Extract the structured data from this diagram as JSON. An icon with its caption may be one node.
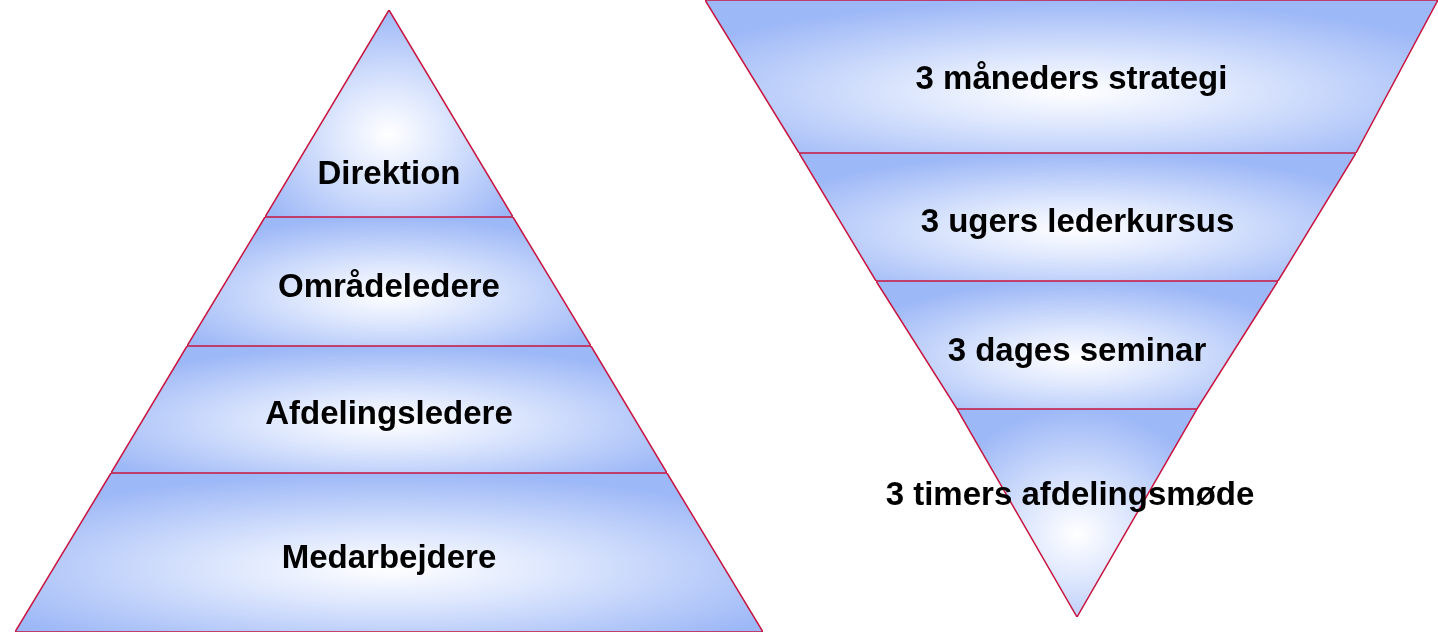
{
  "diagram": {
    "nodes": [
      {
        "text": [
          "Direktion"
        ]
      },
      {
        "text": [
          "Områdeledere"
        ]
      },
      {
        "text": [
          "Afdelingsledere"
        ]
      },
      {
        "text": [
          "Medarbejdere"
        ]
      },
      {
        "text": [
          "3 måneders strategi"
        ]
      },
      {
        "text": [
          "3 ugers lederkursus"
        ]
      },
      {
        "text": [
          "3 dages seminar"
        ]
      },
      {
        "text": [
          "3 timers afdelingsmøde"
        ]
      }
    ]
  }
}
